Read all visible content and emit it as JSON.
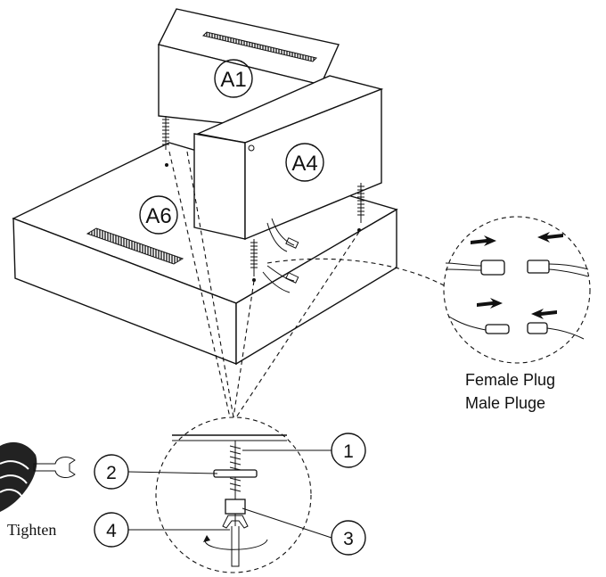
{
  "labels": {
    "a1": "A1",
    "a4": "A4",
    "a6": "A6",
    "female_plug": "Female Plug",
    "male_plug": "Male Pluge",
    "tighten": "Tighten",
    "callout_1": "1",
    "callout_2": "2",
    "callout_3": "3",
    "callout_4": "4"
  }
}
